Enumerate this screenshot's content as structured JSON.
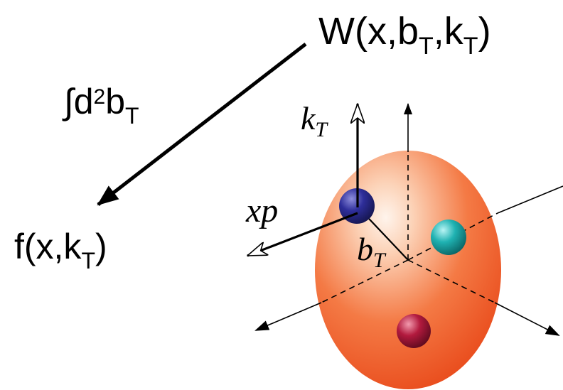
{
  "wigner": {
    "name": "W",
    "args": "(x,b",
    "sub1": "T",
    "mid": ",k",
    "sub2": "T",
    "close": ")"
  },
  "integral": {
    "sign": "∫",
    "d": "d",
    "sup": "2",
    "b": "b",
    "sub": "T"
  },
  "tmd": {
    "name": "f(x,k",
    "sub": "T",
    "close": ")"
  },
  "kt_label": {
    "main": "k",
    "sub": "T"
  },
  "xp_label": "xp",
  "bt_label": {
    "main": "b",
    "sub": "T"
  },
  "colors": {
    "ellipsoid_light": "#fde1cf",
    "ellipsoid_mid": "#f58d5b",
    "ellipsoid_dark": "#e9491b",
    "quark_blue": "#2a2a8a",
    "quark_cyan": "#1aa8a8",
    "quark_red": "#b0183a"
  }
}
